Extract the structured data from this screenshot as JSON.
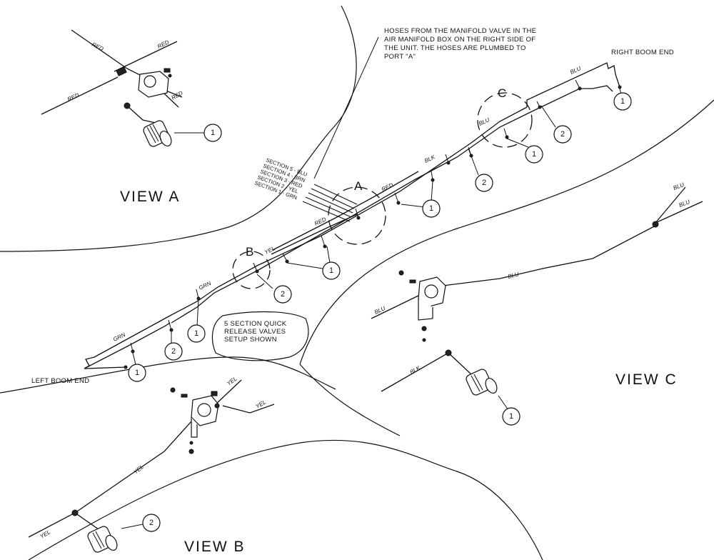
{
  "notes": {
    "hoses_line1": "HOSES FROM THE MANIFOLD VALVE IN THE",
    "hoses_line2": "AIR MANIFOLD BOX ON THE RIGHT SIDE OF",
    "hoses_line3": "THE UNIT. THE HOSES ARE PLUMBED TO",
    "hoses_line4": "PORT \"A\"",
    "right_boom_end": "RIGHT BOOM END",
    "left_boom_end": "LEFT BOOM END",
    "setup_line1": "5 SECTION QUICK",
    "setup_line2": "RELEASE VALVES",
    "setup_line3": "SETUP SHOWN"
  },
  "views": {
    "a": "VIEW A",
    "b": "VIEW B",
    "c": "VIEW C"
  },
  "details": {
    "a": "A",
    "b": "B",
    "c": "C"
  },
  "sections": {
    "s5": "SECTION 5 - BLU",
    "s4": "SECTION 4 - BRN",
    "s3": "SECTION 3 - RED",
    "s2": "SECTION 2 - YEL",
    "s1": "SECTION 1 - GRN"
  },
  "hose_colors": {
    "red": "RED",
    "blu": "BLU",
    "yel": "YEL",
    "blk": "BLK",
    "grn": "GRN"
  },
  "callouts": {
    "one": "1",
    "two": "2"
  }
}
